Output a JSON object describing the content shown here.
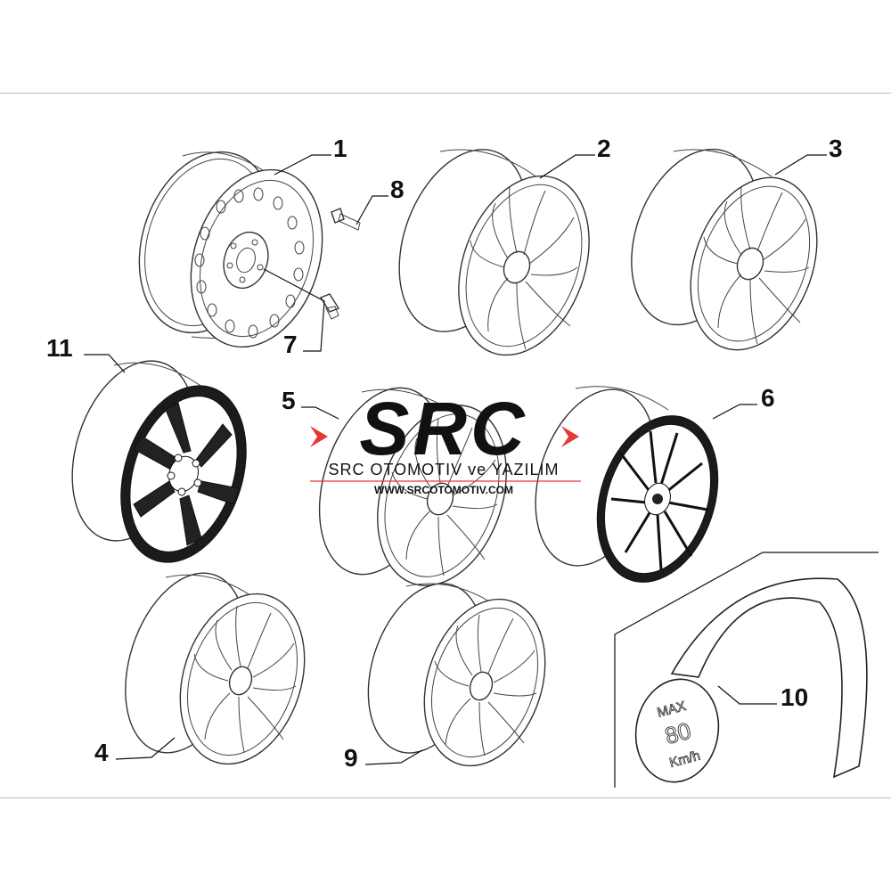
{
  "callouts": {
    "c1": "1",
    "c2": "2",
    "c3": "3",
    "c4": "4",
    "c5": "5",
    "c6": "6",
    "c7": "7",
    "c8": "8",
    "c9": "9",
    "c10": "10",
    "c11": "11"
  },
  "sticker": {
    "line1": "MAX",
    "line2": "80",
    "line3": "Km/h"
  },
  "watermark": {
    "logo": "SRC",
    "company": "SRC OTOMOTIV ve YAZILIM",
    "url": "WWW.SRCOTOMOTIV.COM",
    "accent_color": "#e53935",
    "text_color": "#111111"
  }
}
